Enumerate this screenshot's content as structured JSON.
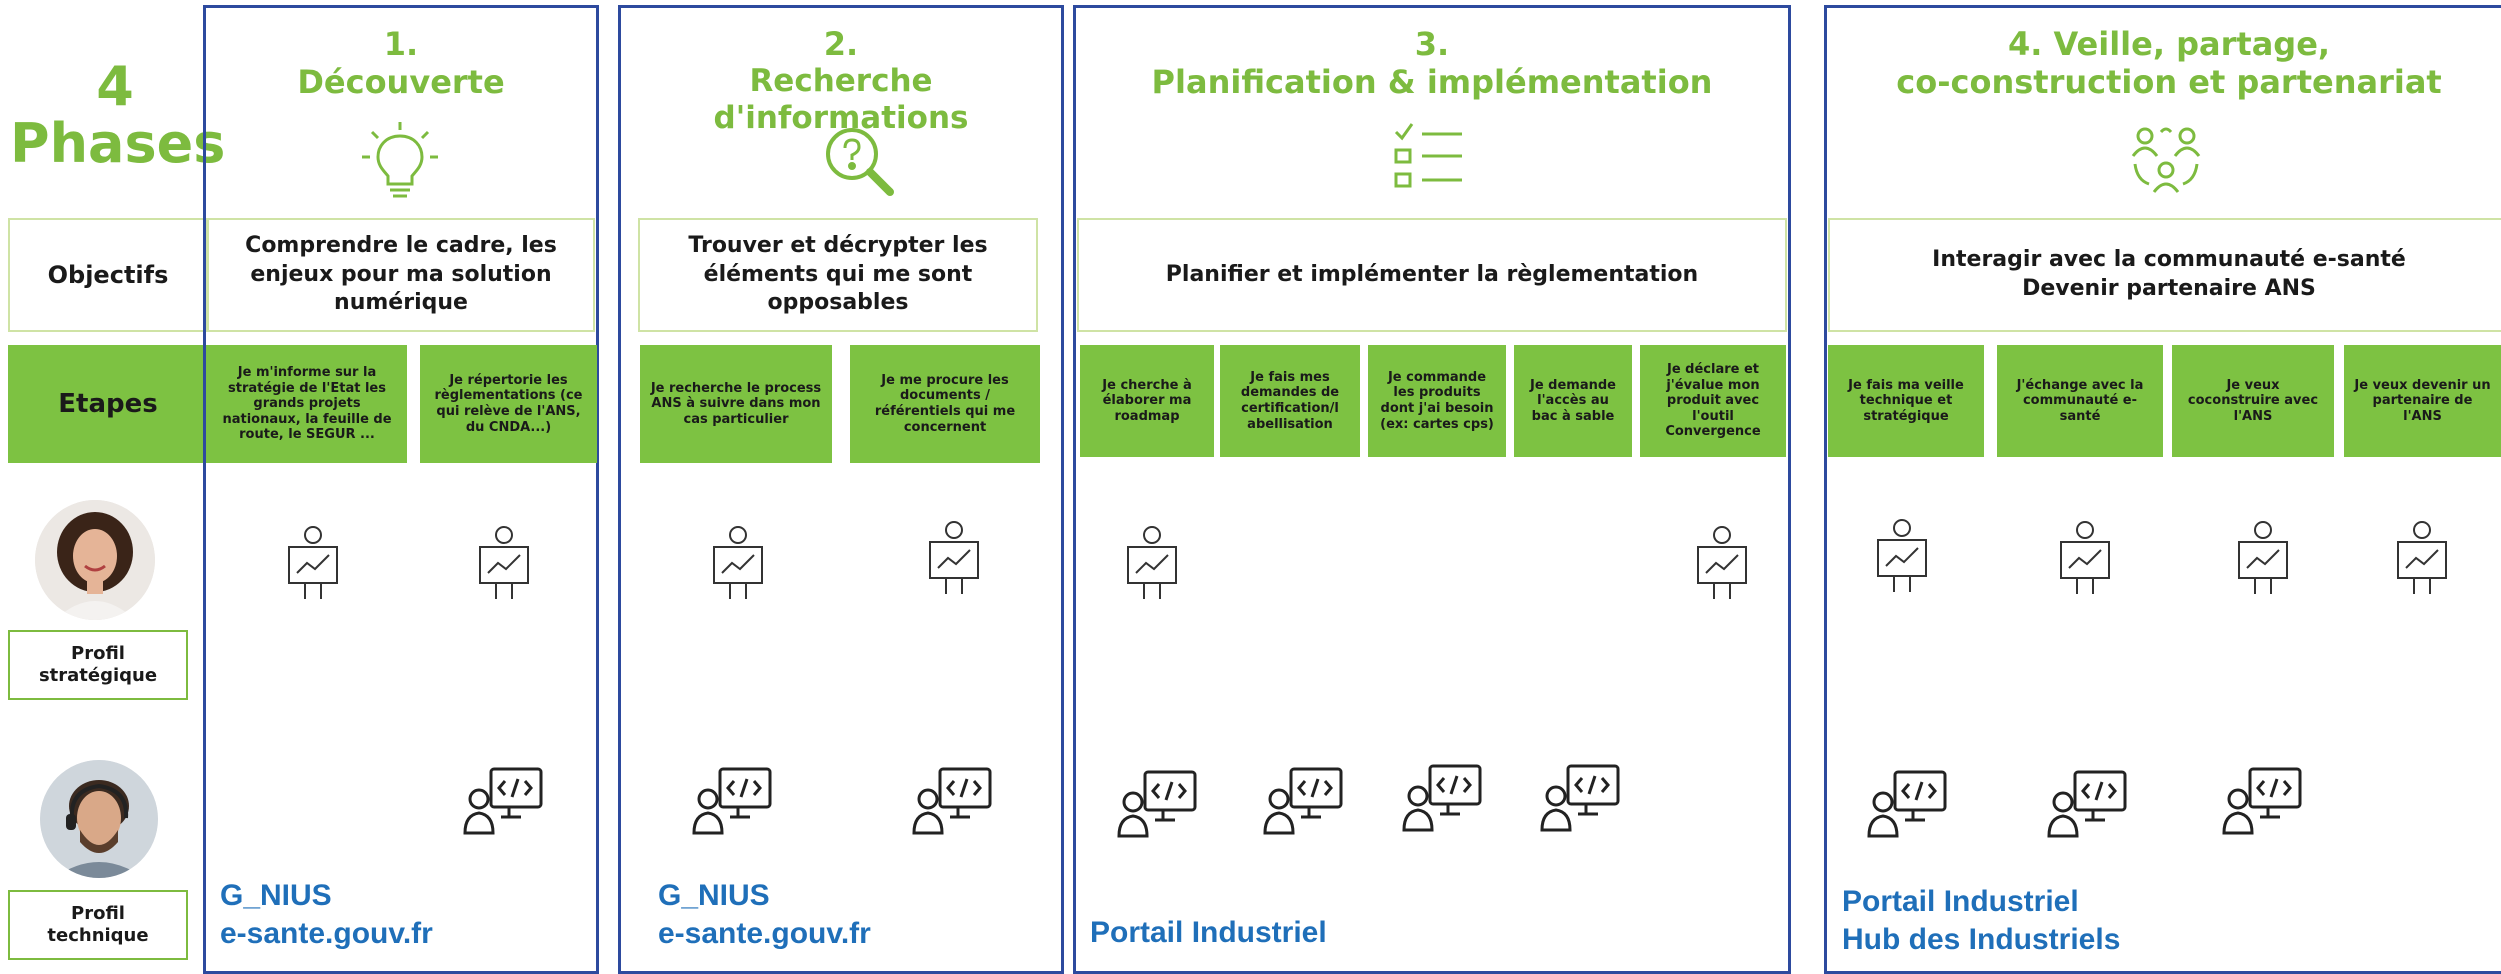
{
  "colors": {
    "accent_green": "#7dbb3f",
    "frame_blue": "#2d4a9e",
    "footer_blue": "#1f6fb9",
    "step_green": "#7dc242"
  },
  "header": {
    "number": "4",
    "title": "Phases"
  },
  "left_labels": {
    "objectifs": "Objectifs",
    "etapes": "Etapes"
  },
  "profiles": [
    {
      "label_line1": "Profil",
      "label_line2": "stratégique",
      "icon": "woman-avatar"
    },
    {
      "label_line1": "Profil",
      "label_line2": "technique",
      "icon": "man-headset-avatar"
    }
  ],
  "phases": [
    {
      "number": "1.",
      "title": "Découverte",
      "icon": "lightbulb-icon",
      "objective": "Comprendre le cadre, les enjeux pour ma solution numérique",
      "steps": [
        "Je m'informe sur la stratégie de l'Etat les grands projets nationaux, la feuille de route, le SEGUR ...",
        "Je répertorie les règlementations (ce qui relève de l'ANS, du CNDA...)"
      ],
      "footer": [
        "G_NIUS",
        "e-sante.gouv.fr"
      ]
    },
    {
      "number": "2.",
      "title": "Recherche d'informations",
      "icon": "magnifier-question-icon",
      "objective": "Trouver et décrypter les éléments qui me sont opposables",
      "steps": [
        "Je recherche le process ANS à suivre dans mon cas particulier",
        "Je me procure les documents / référentiels qui me concernent"
      ],
      "footer": [
        "G_NIUS",
        "e-sante.gouv.fr"
      ]
    },
    {
      "number": "3.",
      "title": "Planification & implémentation",
      "icon": "checklist-icon",
      "objective": "Planifier et implémenter la règlementation",
      "steps": [
        "Je cherche à élaborer ma roadmap",
        "Je fais mes demandes de certification/l abellisation",
        "Je commande les produits dont j'ai besoin (ex: cartes cps)",
        "Je demande l'accès au bac à sable",
        "Je déclare et j'évalue mon produit avec l'outil Convergence"
      ],
      "footer": [
        "Portail Industriel"
      ]
    },
    {
      "number": "4. Veille, partage,",
      "title": "co-construction et partenariat",
      "icon": "people-exchange-icon",
      "objective_line1": "Interagir avec la communauté e-santé",
      "objective_line2": "Devenir partenaire ANS",
      "steps": [
        "Je fais ma veille technique et stratégique",
        "J'échange avec la communauté e-santé",
        "Je veux coconstruire avec l'ANS",
        "Je veux devenir un partenaire de l'ANS"
      ],
      "footer": [
        "Portail Industriel",
        "Hub des Industriels"
      ]
    }
  ]
}
